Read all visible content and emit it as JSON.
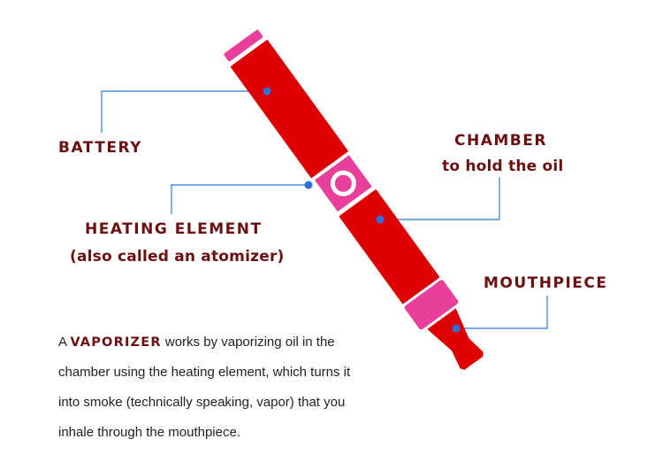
{
  "colors": {
    "body_red": "#dd0000",
    "accent_pink": "#e8409a",
    "label_dark_red": "#6b0f0f",
    "leader_line_blue": "#4a90d9",
    "dot_blue": "#2f6fd6",
    "text": "#222222"
  },
  "labels": {
    "battery": "BATTERY",
    "chamber": "CHAMBER",
    "chamber_sub": "to hold the oil",
    "heating": "HEATING ELEMENT",
    "heating_sub": "(also called an atomizer)",
    "mouthpiece": "MOUTHPIECE"
  },
  "description": {
    "prefix": "A ",
    "keyword": "VAPORIZER",
    "rest": " works by vaporizing oil in the chamber using the heating element, which turns it into smoke (technically speaking, vapor) that you inhale through the mouthpiece."
  }
}
